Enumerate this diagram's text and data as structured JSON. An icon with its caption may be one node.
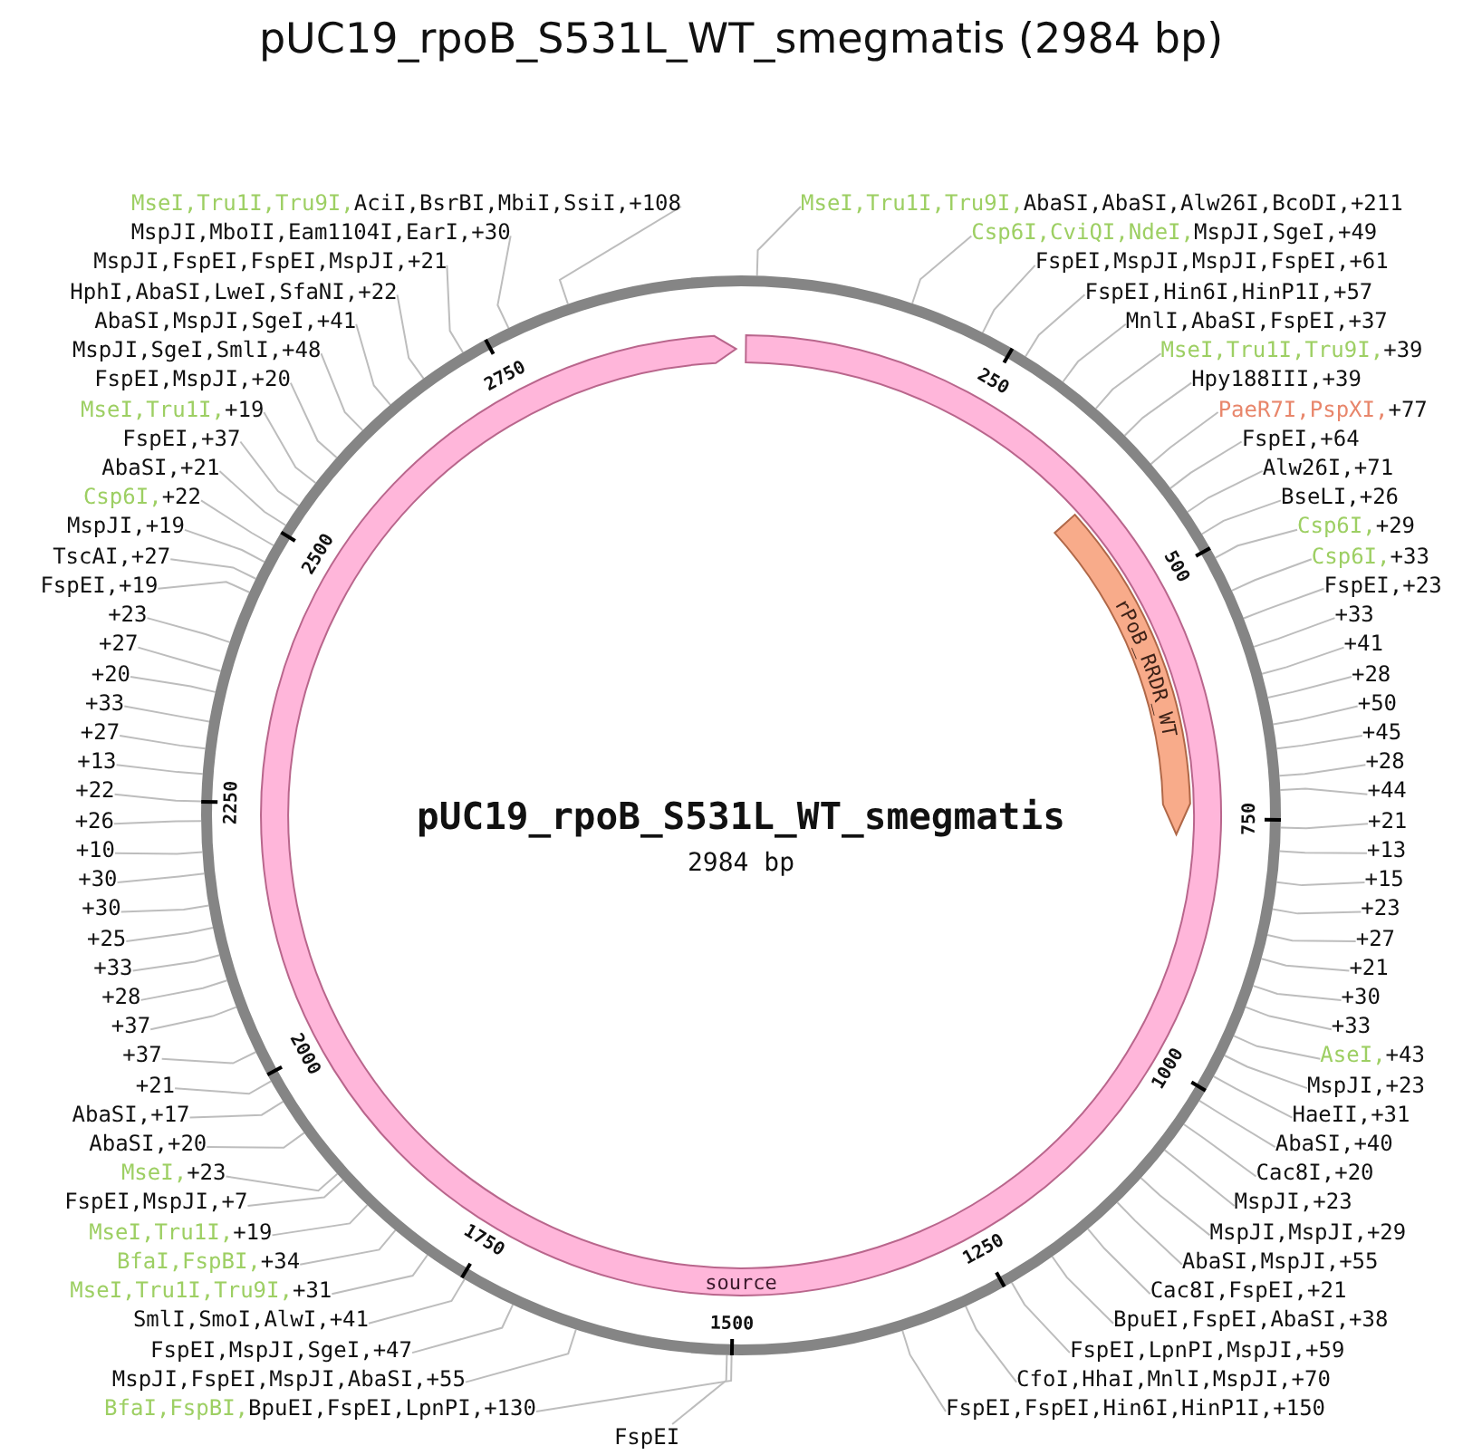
{
  "diagram": {
    "title": "pUC19_rpoB_S531L_WT_smegmatis (2984 bp)",
    "nodes": [
      {
        "text": [],
        "shape": "circle"
      },
      {
        "text": [
          "source"
        ],
        "in": 0
      },
      {
        "text": [
          "rPoB_RRDR_WT"
        ],
        "in": 0
      },
      {
        "text": [
          "MseI,Tru1I,Tru9I,",
          "AciI,BsrBI,MbiI,SsiI,+108"
        ]
      },
      {
        "text": [
          "MspJI,MboII,Eam1104I,EarI,+30"
        ]
      },
      {
        "text": [
          "MspJI,FspEI,FspEI,MspJI,+21"
        ]
      },
      {
        "text": [
          "HphI,AbaSI,LweI,SfaNI,+22"
        ]
      },
      {
        "text": [
          "AbaSI,MspJI,SgeI,+41"
        ]
      },
      {
        "text": [
          "MspJI,SgeI,SmlI,+48"
        ]
      },
      {
        "text": [
          "FspEI,MspJI,+20"
        ]
      },
      {
        "text": [
          "MseI,Tru1I,",
          "+19"
        ]
      },
      {
        "text": [
          "FspEI,+37"
        ]
      },
      {
        "text": [
          "AbaSI,+21"
        ]
      },
      {
        "text": [
          "Csp6I,",
          "+22"
        ]
      },
      {
        "text": [
          "MspJI,+19"
        ]
      },
      {
        "text": [
          "TscAI,+27"
        ]
      },
      {
        "text": [
          "FspEI,+19"
        ]
      },
      {
        "text": [
          "+23"
        ]
      },
      {
        "text": [
          "+27"
        ]
      },
      {
        "text": [
          "+20"
        ]
      },
      {
        "text": [
          "+33"
        ]
      },
      {
        "text": [
          "+27"
        ]
      },
      {
        "text": [
          "+13"
        ]
      },
      {
        "text": [
          "+22"
        ]
      },
      {
        "text": [
          "+26"
        ]
      },
      {
        "text": [
          "+10"
        ]
      },
      {
        "text": [
          "+30"
        ]
      },
      {
        "text": [
          "+30"
        ]
      },
      {
        "text": [
          "+25"
        ]
      },
      {
        "text": [
          "+33"
        ]
      },
      {
        "text": [
          "+28"
        ]
      },
      {
        "text": [
          "+37"
        ]
      },
      {
        "text": [
          "+37"
        ]
      },
      {
        "text": [
          "+21"
        ]
      },
      {
        "text": [
          "AbaSI,+17"
        ]
      },
      {
        "text": [
          "AbaSI,+20"
        ]
      },
      {
        "text": [
          "MseI,",
          "+23"
        ]
      },
      {
        "text": [
          "FspEI,MspJI,+7"
        ]
      },
      {
        "text": [
          "MseI,Tru1I,",
          "+19"
        ]
      },
      {
        "text": [
          "BfaI,FspBI,",
          "+34"
        ]
      },
      {
        "text": [
          "MseI,Tru1I,Tru9I,",
          "+31"
        ]
      },
      {
        "text": [
          "SmlI,SmoI,AlwI,+41"
        ]
      },
      {
        "text": [
          "FspEI,MspJI,SgeI,+47"
        ]
      },
      {
        "text": [
          "MspJI,FspEI,MspJI,AbaSI,+55"
        ]
      },
      {
        "text": [
          "BfaI,FspBI,",
          "BpuEI,FspEI,LpnPI,+130"
        ]
      },
      {
        "text": [
          "MseI,Tru1I,Tru9I,",
          "AbaSI,AbaSI,Alw26I,BcoDI,+211"
        ]
      },
      {
        "text": [
          "Csp6I,CviQI,NdeI,",
          "MspJI,SgeI,+49"
        ]
      },
      {
        "text": [
          "FspEI,MspJI,MspJI,FspEI,+61"
        ]
      },
      {
        "text": [
          "FspEI,Hin6I,HinP1I,+57"
        ]
      },
      {
        "text": [
          "MnlI,AbaSI,FspEI,+37"
        ]
      },
      {
        "text": [
          "MseI,Tru1I,Tru9I,",
          "+39"
        ]
      },
      {
        "text": [
          "Hpy188III,+39"
        ]
      },
      {
        "text": [
          "PaeR7I,PspXI,",
          "+77"
        ]
      },
      {
        "text": [
          "FspEI,+64"
        ]
      },
      {
        "text": [
          "Alw26I,+71"
        ]
      },
      {
        "text": [
          "BseLI,+26"
        ]
      },
      {
        "text": [
          "Csp6I,",
          "+29"
        ]
      },
      {
        "text": [
          "Csp6I,",
          "+33"
        ]
      },
      {
        "text": [
          "FspEI,+23"
        ]
      },
      {
        "text": [
          "+33"
        ]
      },
      {
        "text": [
          "+41"
        ]
      },
      {
        "text": [
          "+28"
        ]
      },
      {
        "text": [
          "+50"
        ]
      },
      {
        "text": [
          "+45"
        ]
      },
      {
        "text": [
          "+28"
        ]
      },
      {
        "text": [
          "+44"
        ]
      },
      {
        "text": [
          "+21"
        ]
      },
      {
        "text": [
          "+13"
        ]
      },
      {
        "text": [
          "+15"
        ]
      },
      {
        "text": [
          "+23"
        ]
      },
      {
        "text": [
          "+27"
        ]
      },
      {
        "text": [
          "+21"
        ]
      },
      {
        "text": [
          "+30"
        ]
      },
      {
        "text": [
          "+33"
        ]
      },
      {
        "text": [
          "AseI,",
          "+43"
        ]
      },
      {
        "text": [
          "MspJI,+23"
        ]
      },
      {
        "text": [
          "HaeII,+31"
        ]
      },
      {
        "text": [
          "AbaSI,+40"
        ]
      },
      {
        "text": [
          "Cac8I,+20"
        ]
      },
      {
        "text": [
          "MspJI,+23"
        ]
      },
      {
        "text": [
          "MspJI,MspJI,+29"
        ]
      },
      {
        "text": [
          "AbaSI,MspJI,+55"
        ]
      },
      {
        "text": [
          "Cac8I,FspEI,+21"
        ]
      },
      {
        "text": [
          "BpuEI,FspEI,AbaSI,+38"
        ]
      },
      {
        "text": [
          "FspEI,LpnPI,MspJI,+59"
        ]
      },
      {
        "text": [
          "CfoI,HhaI,MnlI,MspJI,+70"
        ]
      },
      {
        "text": [
          "FspEI,FspEI,Hin6I,HinP1I,+150"
        ]
      },
      {
        "text": [
          "FspEI"
        ]
      }
    ],
    "edges": [
      {
        "from": 3,
        "to": 0,
        "arrow": "none"
      },
      {
        "from": 4,
        "to": 0,
        "arrow": "none"
      },
      {
        "from": 5,
        "to": 0,
        "arrow": "none"
      },
      {
        "from": 6,
        "to": 0,
        "arrow": "none"
      },
      {
        "from": 7,
        "to": 0,
        "arrow": "none"
      },
      {
        "from": 8,
        "to": 0,
        "arrow": "none"
      },
      {
        "from": 9,
        "to": 0,
        "arrow": "none"
      },
      {
        "from": 10,
        "to": 0,
        "arrow": "none"
      },
      {
        "from": 11,
        "to": 0,
        "arrow": "none"
      },
      {
        "from": 12,
        "to": 0,
        "arrow": "none"
      },
      {
        "from": 13,
        "to": 0,
        "arrow": "none"
      },
      {
        "from": 14,
        "to": 0,
        "arrow": "none"
      },
      {
        "from": 15,
        "to": 0,
        "arrow": "none"
      },
      {
        "from": 16,
        "to": 0,
        "arrow": "none"
      },
      {
        "from": 17,
        "to": 0,
        "arrow": "none"
      },
      {
        "from": 18,
        "to": 0,
        "arrow": "none"
      },
      {
        "from": 19,
        "to": 0,
        "arrow": "none"
      },
      {
        "from": 20,
        "to": 0,
        "arrow": "none"
      },
      {
        "from": 21,
        "to": 0,
        "arrow": "none"
      },
      {
        "from": 22,
        "to": 0,
        "arrow": "none"
      },
      {
        "from": 23,
        "to": 0,
        "arrow": "none"
      },
      {
        "from": 24,
        "to": 0,
        "arrow": "none"
      },
      {
        "from": 25,
        "to": 0,
        "arrow": "none"
      },
      {
        "from": 26,
        "to": 0,
        "arrow": "none"
      },
      {
        "from": 27,
        "to": 0,
        "arrow": "none"
      },
      {
        "from": 28,
        "to": 0,
        "arrow": "none"
      },
      {
        "from": 29,
        "to": 0,
        "arrow": "none"
      },
      {
        "from": 30,
        "to": 0,
        "arrow": "none"
      },
      {
        "from": 31,
        "to": 0,
        "arrow": "none"
      },
      {
        "from": 32,
        "to": 0,
        "arrow": "none"
      },
      {
        "from": 33,
        "to": 0,
        "arrow": "none"
      },
      {
        "from": 34,
        "to": 0,
        "arrow": "none"
      },
      {
        "from": 35,
        "to": 0,
        "arrow": "none"
      },
      {
        "from": 36,
        "to": 0,
        "arrow": "none"
      },
      {
        "from": 37,
        "to": 0,
        "arrow": "none"
      },
      {
        "from": 38,
        "to": 0,
        "arrow": "none"
      },
      {
        "from": 39,
        "to": 0,
        "arrow": "none"
      },
      {
        "from": 40,
        "to": 0,
        "arrow": "none"
      },
      {
        "from": 41,
        "to": 0,
        "arrow": "none"
      },
      {
        "from": 42,
        "to": 0,
        "arrow": "none"
      },
      {
        "from": 43,
        "to": 0,
        "arrow": "none"
      },
      {
        "from": 44,
        "to": 0,
        "arrow": "none"
      },
      {
        "from": 45,
        "to": 0,
        "arrow": "none"
      },
      {
        "from": 46,
        "to": 0,
        "arrow": "none"
      },
      {
        "from": 47,
        "to": 0,
        "arrow": "none"
      },
      {
        "from": 48,
        "to": 0,
        "arrow": "none"
      },
      {
        "from": 49,
        "to": 0,
        "arrow": "none"
      },
      {
        "from": 50,
        "to": 0,
        "arrow": "none"
      },
      {
        "from": 51,
        "to": 0,
        "arrow": "none"
      },
      {
        "from": 52,
        "to": 0,
        "arrow": "none"
      },
      {
        "from": 53,
        "to": 0,
        "arrow": "none"
      },
      {
        "from": 54,
        "to": 0,
        "arrow": "none"
      },
      {
        "from": 55,
        "to": 0,
        "arrow": "none"
      },
      {
        "from": 56,
        "to": 0,
        "arrow": "none"
      },
      {
        "from": 57,
        "to": 0,
        "arrow": "none"
      },
      {
        "from": 58,
        "to": 0,
        "arrow": "none"
      },
      {
        "from": 59,
        "to": 0,
        "arrow": "none"
      },
      {
        "from": 60,
        "to": 0,
        "arrow": "none"
      },
      {
        "from": 61,
        "to": 0,
        "arrow": "none"
      },
      {
        "from": 62,
        "to": 0,
        "arrow": "none"
      },
      {
        "from": 63,
        "to": 0,
        "arrow": "none"
      },
      {
        "from": 64,
        "to": 0,
        "arrow": "none"
      },
      {
        "from": 65,
        "to": 0,
        "arrow": "none"
      },
      {
        "from": 66,
        "to": 0,
        "arrow": "none"
      },
      {
        "from": 67,
        "to": 0,
        "arrow": "none"
      },
      {
        "from": 68,
        "to": 0,
        "arrow": "none"
      },
      {
        "from": 69,
        "to": 0,
        "arrow": "none"
      },
      {
        "from": 70,
        "to": 0,
        "arrow": "none"
      },
      {
        "from": 71,
        "to": 0,
        "arrow": "none"
      },
      {
        "from": 72,
        "to": 0,
        "arrow": "none"
      },
      {
        "from": 73,
        "to": 0,
        "arrow": "none"
      },
      {
        "from": 74,
        "to": 0,
        "arrow": "none"
      },
      {
        "from": 75,
        "to": 0,
        "arrow": "none"
      },
      {
        "from": 76,
        "to": 0,
        "arrow": "none"
      },
      {
        "from": 77,
        "to": 0,
        "arrow": "none"
      },
      {
        "from": 78,
        "to": 0,
        "arrow": "none"
      },
      {
        "from": 79,
        "to": 0,
        "arrow": "none"
      },
      {
        "from": 80,
        "to": 0,
        "arrow": "none"
      },
      {
        "from": 81,
        "to": 0,
        "arrow": "none"
      },
      {
        "from": 82,
        "to": 0,
        "arrow": "none"
      },
      {
        "from": 83,
        "to": 0,
        "arrow": "none"
      },
      {
        "from": 84,
        "to": 0,
        "arrow": "none"
      },
      {
        "from": 85,
        "to": 0,
        "arrow": "none"
      },
      {
        "from": 86,
        "to": 0,
        "arrow": "none"
      },
      {
        "from": 87,
        "to": 0,
        "arrow": "none"
      }
    ],
    "labels": [
      "pUC19_rpoB_S531L_WT_smegmatis",
      "2984 bp",
      "250",
      "500",
      "750",
      "1000",
      "1250",
      "1500",
      "1750",
      "2000",
      "2250",
      "2500",
      "2750"
    ]
  }
}
